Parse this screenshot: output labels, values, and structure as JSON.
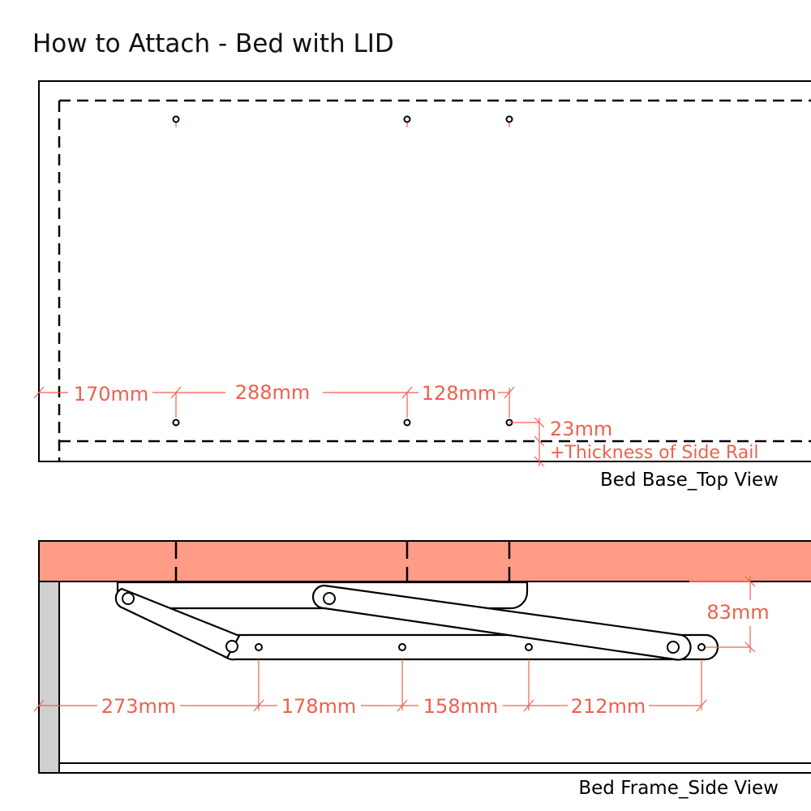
{
  "title": "How to Attach - Bed with LID",
  "colors": {
    "dimension": "#f0604d",
    "lid": "#fe9c87",
    "rail": "#d0d0d0"
  },
  "top_view": {
    "caption": "Bed Base_Top View",
    "dims": [
      "170mm",
      "288mm",
      "128mm",
      "23mm"
    ],
    "side_rail_note": "+Thickness of Side Rail"
  },
  "side_view": {
    "caption": "Bed Frame_Side View",
    "dims": [
      "273mm",
      "178mm",
      "158mm",
      "212mm"
    ],
    "height_dim": "83mm"
  }
}
